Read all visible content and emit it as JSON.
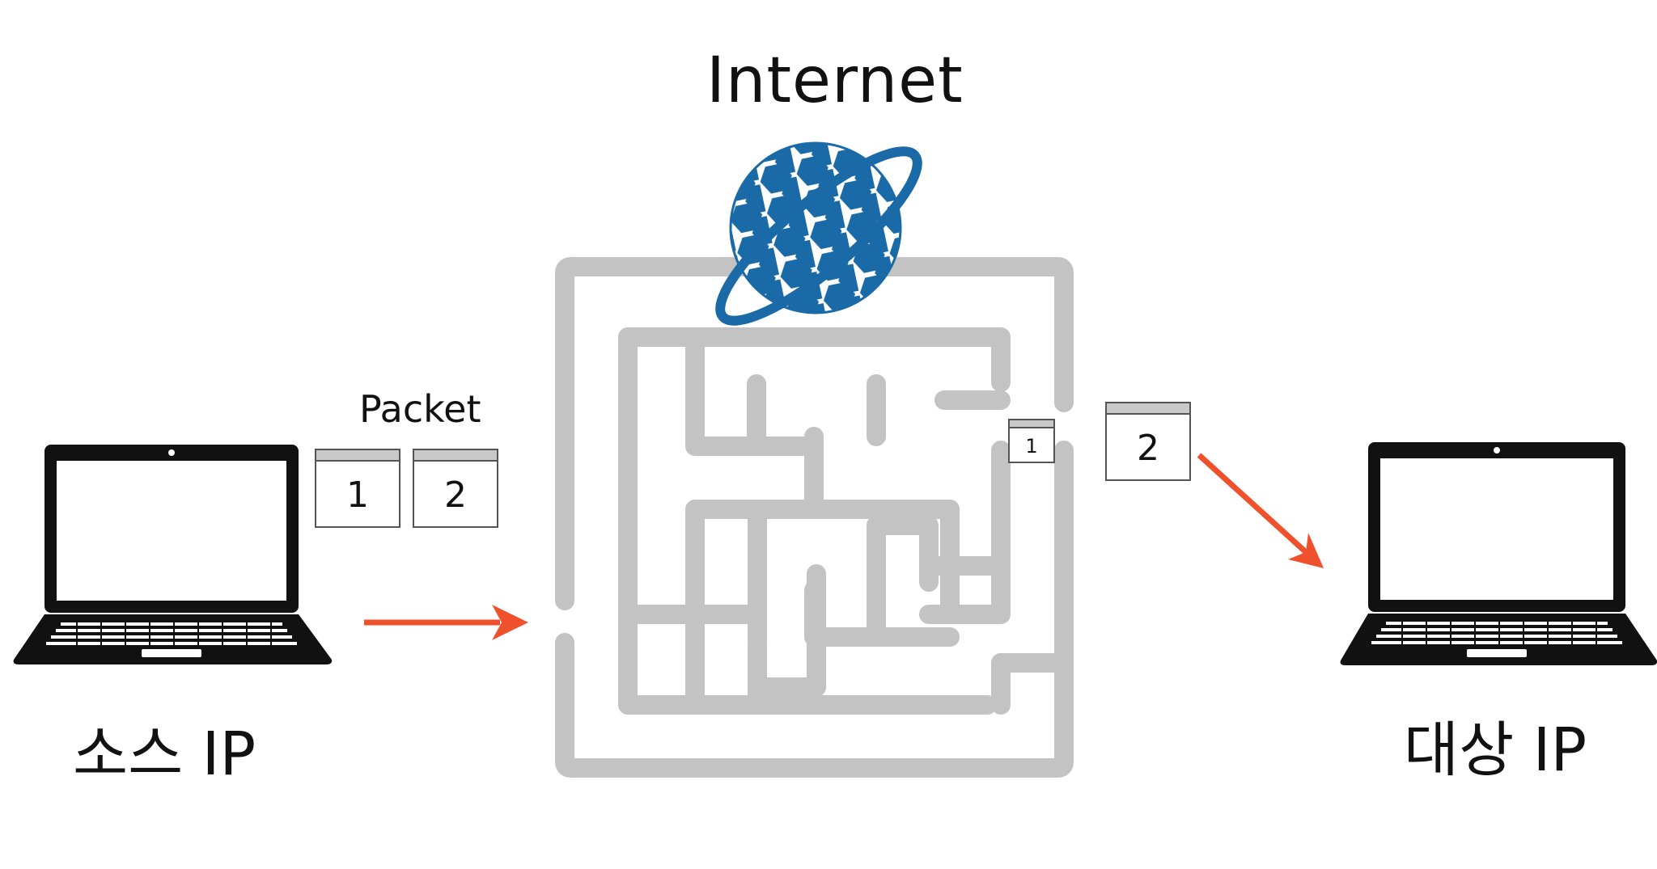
{
  "labels": {
    "title": "Internet",
    "packet": "Packet",
    "source": "소스 IP",
    "destination": "대상 IP"
  },
  "packets": {
    "source": [
      "1",
      "2"
    ],
    "in_transit_small": "1",
    "in_transit_large": "2"
  },
  "colors": {
    "maze": "#c3c3c3",
    "arrow": "#f0512d",
    "globe": "#1a6aa8",
    "laptop": "#111111"
  },
  "icons": {
    "globe": "globe-icon",
    "source_laptop": "laptop-icon",
    "destination_laptop": "laptop-icon",
    "maze": "maze-icon"
  }
}
